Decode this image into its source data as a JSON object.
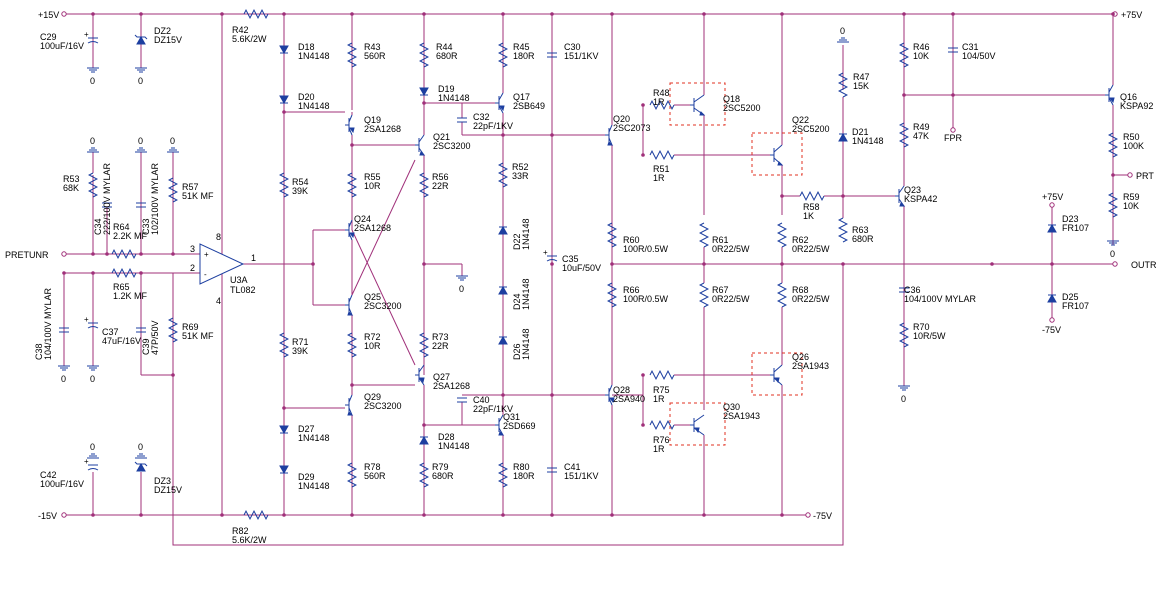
{
  "rails": {
    "p15": "+15V",
    "m15": "-15V",
    "p75": "+75V",
    "m75": "-75V"
  },
  "ports": {
    "in": "PRETUNR",
    "out": "OUTR",
    "prt": "PRT",
    "fpr": "FPR",
    "p75b": "+75V",
    "m75b": "-75V"
  },
  "ground": "0",
  "opamp": {
    "name": "U3A",
    "part": "TL082",
    "pin_plus": "3",
    "pin_minus": "2",
    "pin_out": "1",
    "pin_vp": "8",
    "pin_vn": "4"
  },
  "parts": {
    "C29": [
      "C29",
      "100uF/16V"
    ],
    "DZ2": [
      "DZ2",
      "DZ15V"
    ],
    "C42": [
      "C42",
      "100uF/16V"
    ],
    "DZ3": [
      "DZ3",
      "DZ15V"
    ],
    "R42": [
      "R42",
      "5.6K/2W"
    ],
    "R82": [
      "R82",
      "5.6K/2W"
    ],
    "R53": [
      "R53",
      "68K"
    ],
    "C34": [
      "C34",
      "222/100V MYLAR"
    ],
    "C33": [
      "C33",
      "102/100V MYLAR"
    ],
    "R57": [
      "R57",
      "51K MF"
    ],
    "R64": [
      "R64",
      "2.2K MF"
    ],
    "R65": [
      "R65",
      "1.2K MF"
    ],
    "C38": [
      "C38",
      "104/100V MYLAR"
    ],
    "C37": [
      "C37",
      "47uF/16V"
    ],
    "C39": [
      "C39",
      "47P/50V"
    ],
    "R69": [
      "R69",
      "51K MF"
    ],
    "D18": [
      "D18",
      "1N4148"
    ],
    "D20": [
      "D20",
      "1N4148"
    ],
    "R54": [
      "R54",
      "39K"
    ],
    "R71": [
      "R71",
      "39K"
    ],
    "D27": [
      "D27",
      "1N4148"
    ],
    "D29": [
      "D29",
      "1N4148"
    ],
    "R43": [
      "R43",
      "560R"
    ],
    "Q19": [
      "Q19",
      "2SA1268"
    ],
    "R55": [
      "R55",
      "10R"
    ],
    "Q24": [
      "Q24",
      "2SA1268"
    ],
    "Q25": [
      "Q25",
      "2SC3200"
    ],
    "R72": [
      "R72",
      "10R"
    ],
    "Q29": [
      "Q29",
      "2SC3200"
    ],
    "R78": [
      "R78",
      "560R"
    ],
    "R44": [
      "R44",
      "680R"
    ],
    "D19": [
      "D19",
      "1N4148"
    ],
    "Q21": [
      "Q21",
      "2SC3200"
    ],
    "R56": [
      "R56",
      "22R"
    ],
    "R73": [
      "R73",
      "22R"
    ],
    "Q27": [
      "Q27",
      "2SA1268"
    ],
    "D28": [
      "D28",
      "1N4148"
    ],
    "R79": [
      "R79",
      "680R"
    ],
    "R45": [
      "R45",
      "180R"
    ],
    "Q17": [
      "Q17",
      "2SB649"
    ],
    "C32": [
      "C32",
      "22pF/1KV"
    ],
    "R52": [
      "R52",
      "33R"
    ],
    "D22": [
      "D22",
      "1N4148"
    ],
    "D24": [
      "D24",
      "1N4148"
    ],
    "D26": [
      "D26",
      "1N4148"
    ],
    "C40": [
      "C40",
      "22pF/1KV"
    ],
    "Q31": [
      "Q31",
      "2SD669"
    ],
    "R80": [
      "R80",
      "180R"
    ],
    "C30": [
      "C30",
      "151/1KV"
    ],
    "C35": [
      "C35",
      "10uF/50V"
    ],
    "C41": [
      "C41",
      "151/1KV"
    ],
    "Q20": [
      "Q20",
      "2SC2073"
    ],
    "R48": [
      "R48",
      "1R"
    ],
    "Q18": [
      "Q18",
      "2SC5200"
    ],
    "R51": [
      "R51",
      "1R"
    ],
    "Q22": [
      "Q22",
      "2SC5200"
    ],
    "R60": [
      "R60",
      "100R/0.5W"
    ],
    "R61": [
      "R61",
      "0R22/5W"
    ],
    "R62": [
      "R62",
      "0R22/5W"
    ],
    "R66": [
      "R66",
      "100R/0.5W"
    ],
    "R67": [
      "R67",
      "0R22/5W"
    ],
    "R68": [
      "R68",
      "0R22/5W"
    ],
    "Q28": [
      "Q28",
      "2SA940"
    ],
    "R75": [
      "R75",
      "1R"
    ],
    "Q30": [
      "Q30",
      "2SA1943"
    ],
    "R76": [
      "R76",
      "1R"
    ],
    "Q26": [
      "Q26",
      "2SA1943"
    ],
    "R58": [
      "R58",
      "1K"
    ],
    "R47": [
      "R47",
      "15K"
    ],
    "D21": [
      "D21",
      "1N4148"
    ],
    "R63": [
      "R63",
      "680R"
    ],
    "R46": [
      "R46",
      "10K"
    ],
    "C31": [
      "C31",
      "104/50V"
    ],
    "R49": [
      "R49",
      "47K"
    ],
    "Q23": [
      "Q23",
      "KSPA42"
    ],
    "Q16": [
      "Q16",
      "KSPA92"
    ],
    "R50": [
      "R50",
      "100K"
    ],
    "R59": [
      "R59",
      "10K"
    ],
    "D23": [
      "D23",
      "FR107"
    ],
    "D25": [
      "D25",
      "FR107"
    ],
    "C36": [
      "C36",
      "104/100V MYLAR"
    ],
    "R70": [
      "R70",
      "10R/5W"
    ]
  }
}
